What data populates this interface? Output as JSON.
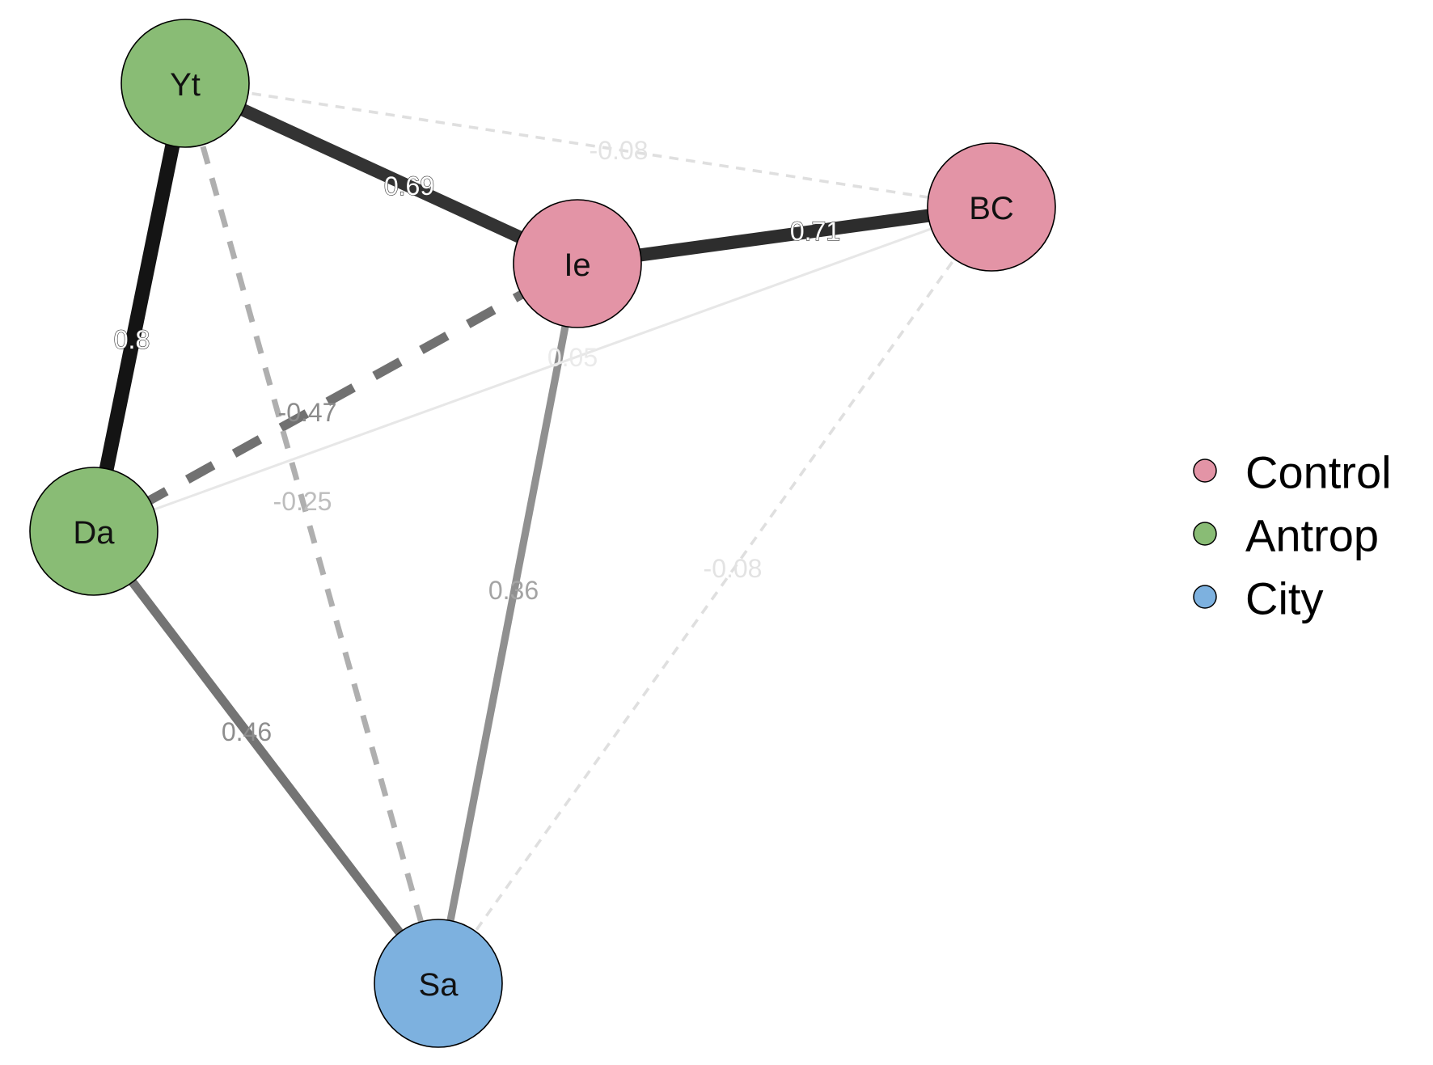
{
  "colors": {
    "Control": "#e394a6",
    "Antrop": "#89bc75",
    "City": "#7db1df"
  },
  "nodes": [
    {
      "id": "Yt",
      "label": "Yt",
      "group": "Antrop"
    },
    {
      "id": "Ie",
      "label": "Ie",
      "group": "Control"
    },
    {
      "id": "BC",
      "label": "BC",
      "group": "Control"
    },
    {
      "id": "Da",
      "label": "Da",
      "group": "Antrop"
    },
    {
      "id": "Sa",
      "label": "Sa",
      "group": "City"
    }
  ],
  "edges": [
    {
      "from": "Yt",
      "to": "Da",
      "weight": 0.8,
      "label": "0.8"
    },
    {
      "from": "Ie",
      "to": "BC",
      "weight": 0.71,
      "label": "0.71"
    },
    {
      "from": "Yt",
      "to": "Ie",
      "weight": 0.69,
      "label": "0.69"
    },
    {
      "from": "Da",
      "to": "Ie",
      "weight": -0.47,
      "label": "-0.47"
    },
    {
      "from": "Da",
      "to": "Sa",
      "weight": 0.46,
      "label": "0.46"
    },
    {
      "from": "Ie",
      "to": "Sa",
      "weight": 0.36,
      "label": "0.36"
    },
    {
      "from": "Yt",
      "to": "Sa",
      "weight": -0.25,
      "label": "-0.25"
    },
    {
      "from": "Yt",
      "to": "BC",
      "weight": -0.08,
      "label": "-0.08"
    },
    {
      "from": "BC",
      "to": "Sa",
      "weight": -0.08,
      "label": "-0.08"
    },
    {
      "from": "Da",
      "to": "BC",
      "weight": 0.05,
      "label": "0.05"
    }
  ],
  "legend": [
    {
      "label": "Control",
      "group": "Control"
    },
    {
      "label": "Antrop",
      "group": "Antrop"
    },
    {
      "label": "City",
      "group": "City"
    }
  ]
}
